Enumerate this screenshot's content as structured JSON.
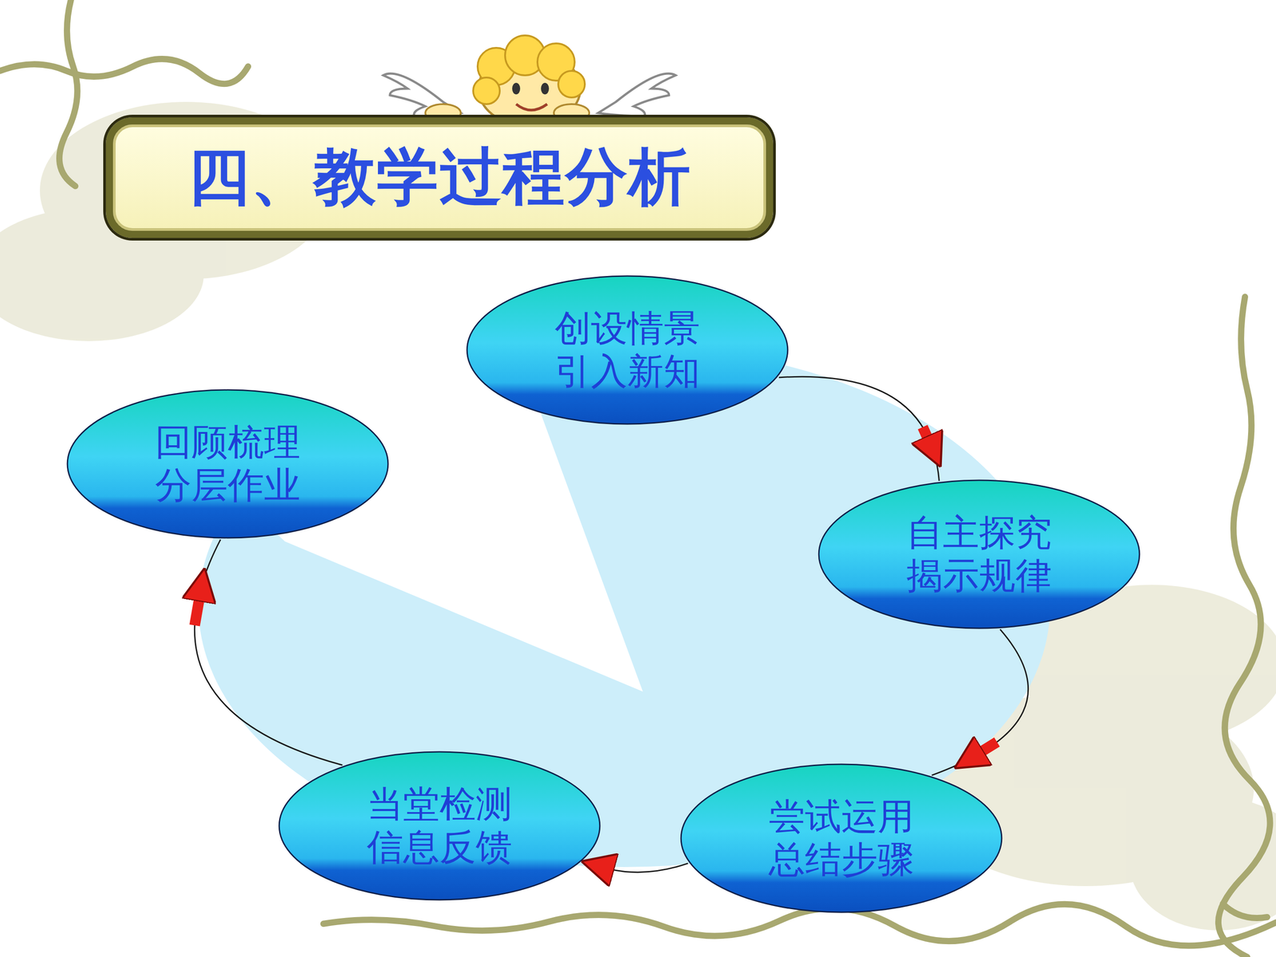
{
  "diagram": {
    "title": "四、教学过程分析",
    "nodes": [
      {
        "text": [
          "创设情景 引入新知"
        ]
      },
      {
        "text": [
          "自主探究 揭示规律"
        ]
      },
      {
        "text": [
          "尝试运用 总结步骤"
        ]
      },
      {
        "text": [
          "当堂检测 信息反馈"
        ]
      },
      {
        "text": [
          "回顾梳理 分层作业"
        ]
      }
    ],
    "edges": [
      {
        "from": 0,
        "to": 1,
        "arrow": "to"
      },
      {
        "from": 1,
        "to": 2,
        "arrow": "to"
      },
      {
        "from": 2,
        "to": 3,
        "arrow": "to"
      },
      {
        "from": 3,
        "to": 4,
        "arrow": "to"
      }
    ]
  }
}
